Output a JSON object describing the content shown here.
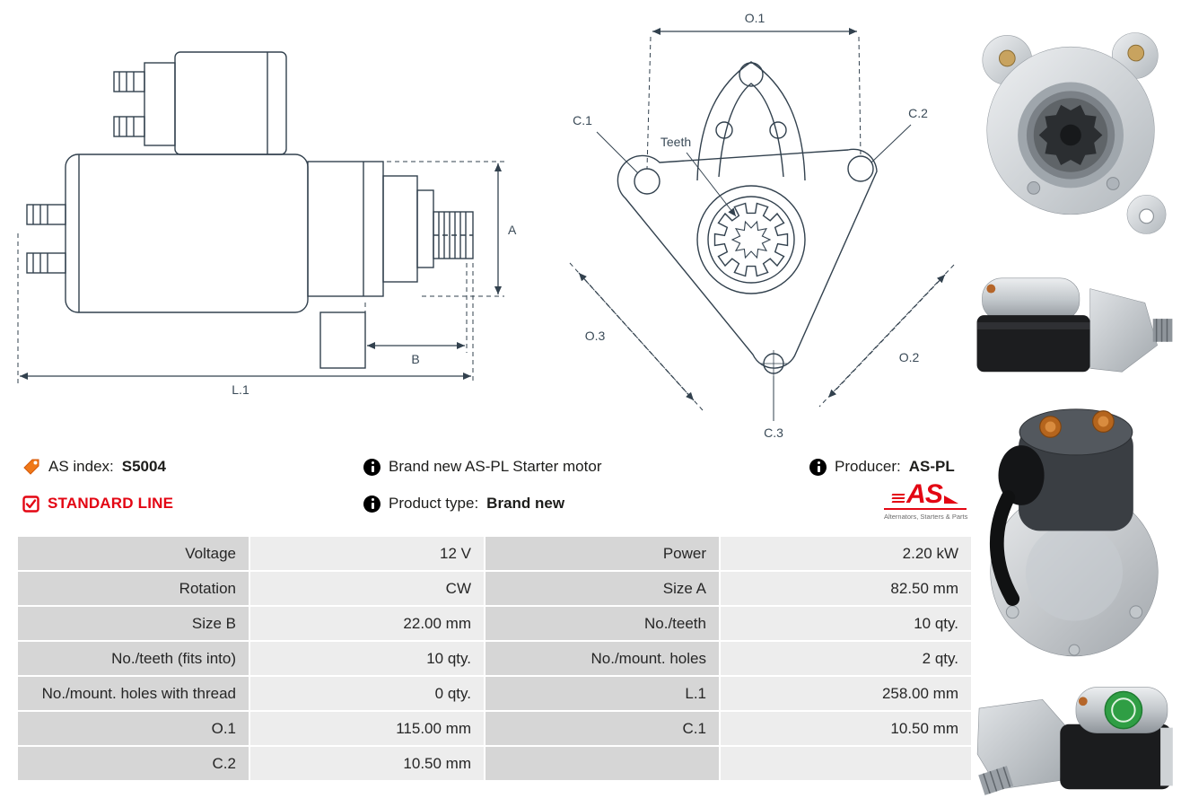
{
  "info": {
    "as_index_label": "AS index:",
    "as_index_value": "S5004",
    "standard_line_label": "STANDARD LINE",
    "brand_new_text": "Brand new AS-PL Starter motor",
    "product_type_label": "Product type:",
    "product_type_value": "Brand new",
    "producer_label": "Producer:",
    "producer_value": "AS-PL",
    "logo_text": "AS",
    "logo_tagline": "Alternators, Starters & Parts"
  },
  "drawings": {
    "side_view": {
      "dim_a": "A",
      "dim_b": "B",
      "dim_l1": "L.1"
    },
    "front_view": {
      "dim_o1": "O.1",
      "dim_o2": "O.2",
      "dim_o3": "O.3",
      "dim_c1": "C.1",
      "dim_c2": "C.2",
      "dim_c3": "C.3",
      "teeth_label": "Teeth"
    }
  },
  "spec_table": {
    "rows": [
      {
        "l1": "Voltage",
        "v1": "12 V",
        "l2": "Power",
        "v2": "2.20 kW"
      },
      {
        "l1": "Rotation",
        "v1": "CW",
        "l2": "Size A",
        "v2": "82.50 mm"
      },
      {
        "l1": "Size B",
        "v1": "22.00 mm",
        "l2": "No./teeth",
        "v2": "10 qty."
      },
      {
        "l1": "No./teeth (fits into)",
        "v1": "10 qty.",
        "l2": "No./mount. holes",
        "v2": "2 qty."
      },
      {
        "l1": "No./mount. holes with thread",
        "v1": "0 qty.",
        "l2": "L.1",
        "v2": "258.00 mm"
      },
      {
        "l1": "O.1",
        "v1": "115.00 mm",
        "l2": "C.1",
        "v2": "10.50 mm"
      },
      {
        "l1": "C.2",
        "v1": "10.50 mm",
        "l2": "",
        "v2": ""
      }
    ]
  },
  "colors": {
    "brand_red": "#e30613",
    "tag_orange": "#f07818",
    "table_label_bg": "#d6d6d6",
    "table_value_bg": "#ededed",
    "drawing_line": "#32414e"
  }
}
